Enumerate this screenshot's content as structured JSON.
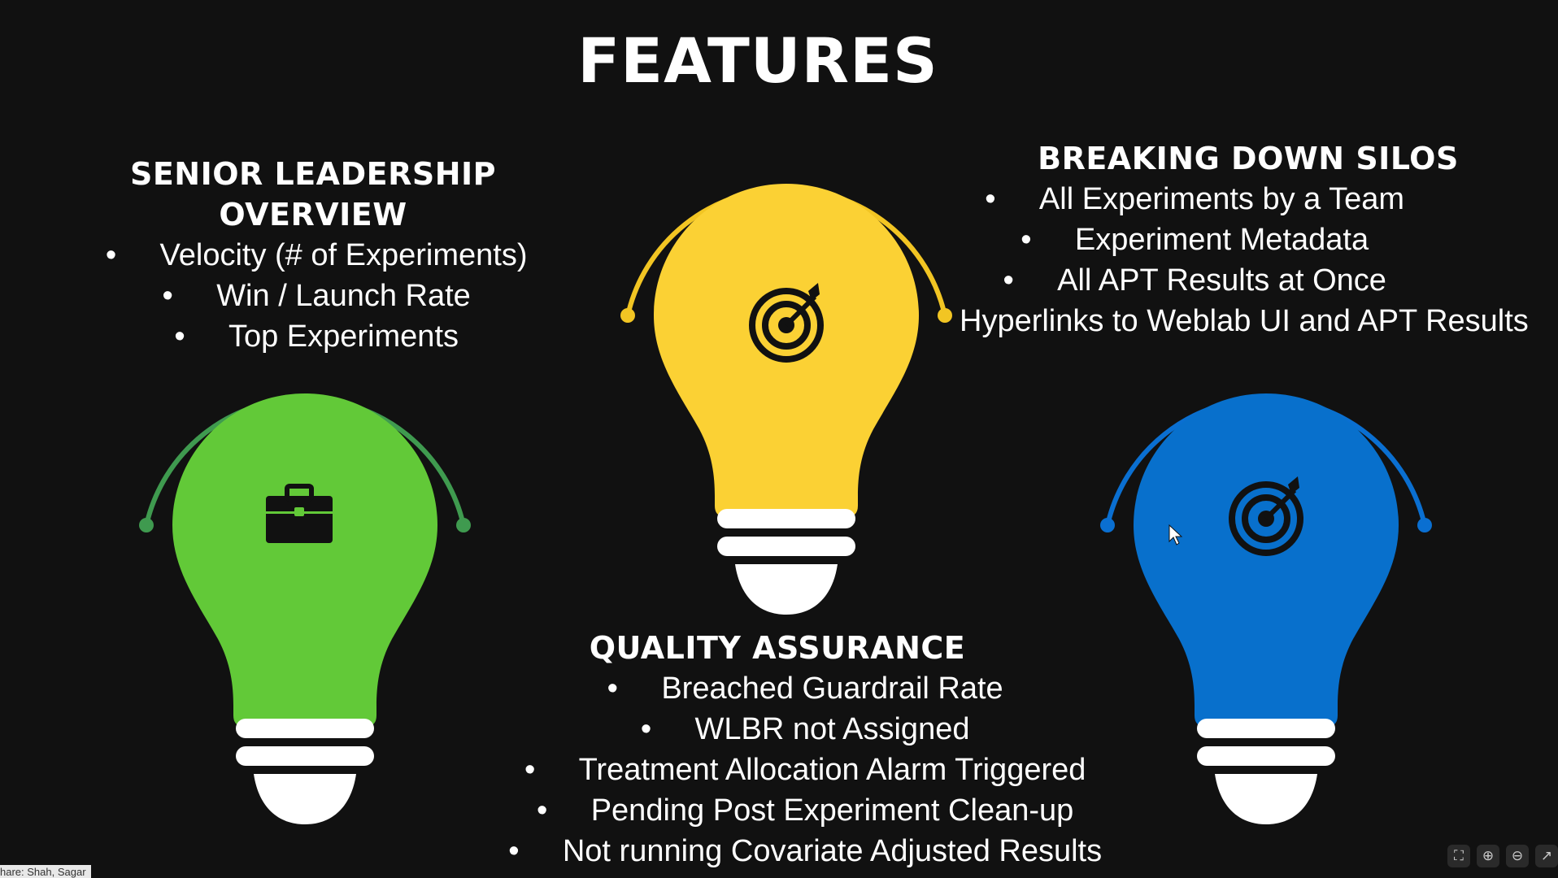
{
  "title": "FEATURES",
  "sections": {
    "senior": {
      "heading": "SENIOR LEADERSHIP OVERVIEW",
      "items": [
        "Velocity (# of Experiments)",
        "Win / Launch Rate",
        "Top Experiments"
      ]
    },
    "silos": {
      "heading": "BREAKING DOWN SILOS",
      "items": [
        "All Experiments by a Team",
        "Experiment Metadata",
        "All APT Results at Once",
        "Hyperlinks to Weblab UI and APT Results"
      ]
    },
    "qa": {
      "heading": "QUALITY ASSURANCE",
      "items": [
        "Breached Guardrail Rate",
        "WLBR not Assigned",
        "Treatment Allocation Alarm Triggered",
        "Pending Post Experiment Clean-up",
        "Not running Covariate Adjusted Results"
      ]
    }
  },
  "bulbs": {
    "green": {
      "color": "#62c938",
      "arc": "#3f9a4f",
      "icon": "briefcase-icon"
    },
    "yellow": {
      "color": "#fbd134",
      "arc": "#f2c523",
      "icon": "target-icon"
    },
    "blue": {
      "color": "#0870cc",
      "arc": "#0a6fd1",
      "icon": "target-icon"
    }
  },
  "bullet_char": "•",
  "share_label": "hare: Shah, Sagar",
  "controls": [
    "fullscreen-icon",
    "zoom-in-icon",
    "zoom-out-icon",
    "popout-icon"
  ]
}
